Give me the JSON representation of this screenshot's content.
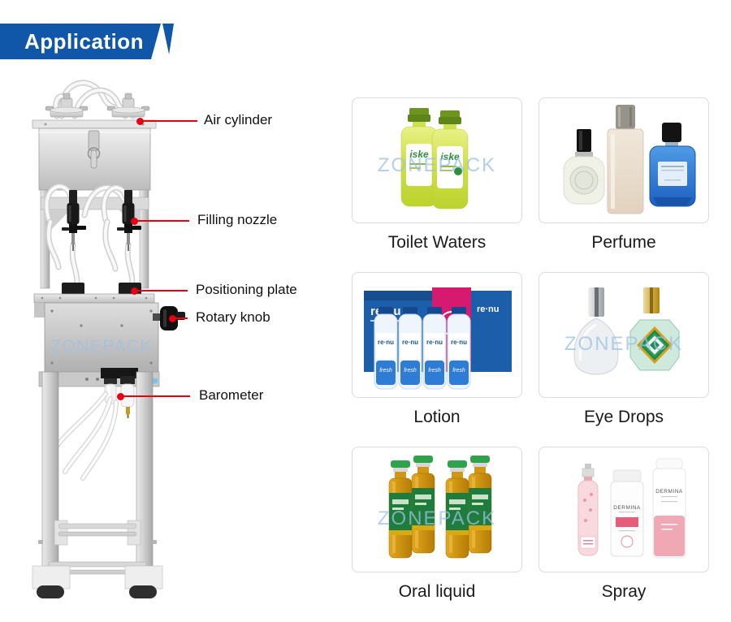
{
  "header": {
    "title": "Application"
  },
  "colors": {
    "banner_blue": "#1157a9",
    "callout_red": "#e60012",
    "watermark_blue": "#a2c2e0"
  },
  "machine": {
    "watermark": "ZONEPACK",
    "callouts": [
      {
        "label": "Air cylinder"
      },
      {
        "label": "Filling nozzle"
      },
      {
        "label": "Positioning plate"
      },
      {
        "label": "Rotary knob"
      },
      {
        "label": "Barometer"
      }
    ]
  },
  "applications": [
    {
      "name": "Toilet Waters",
      "watermark": "ZONEPACK",
      "product_text": "iske"
    },
    {
      "name": "Perfume"
    },
    {
      "name": "Lotion",
      "product_text": "re·nu",
      "product_text2": "fresh"
    },
    {
      "name": "Eye Drops",
      "watermark": "ZONEPACK"
    },
    {
      "name": "Oral liquid",
      "watermark": "ZONEPACK"
    },
    {
      "name": "Spray",
      "product_text": "DERMINA"
    }
  ]
}
